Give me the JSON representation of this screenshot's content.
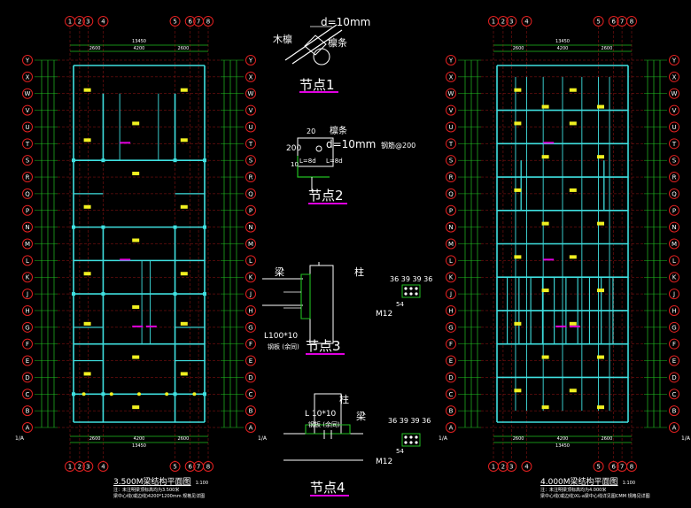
{
  "colors": {
    "background": "#000000",
    "beam": "#3fe0e0",
    "grid_axis": "#e02020",
    "bubble": "#e02020",
    "dimension": "#22c022",
    "label_tag": "#f0f020",
    "underline": "#e000e0",
    "text": "#ffffff"
  },
  "axes": {
    "horizontal_top_bottom": [
      "1",
      "2",
      "3",
      "4",
      "5",
      "6",
      "7",
      "8"
    ],
    "vertical_rows": [
      "Y",
      "X",
      "W",
      "V",
      "U",
      "T",
      "S",
      "R",
      "Q",
      "P",
      "N",
      "M",
      "L",
      "K",
      "J",
      "H",
      "G",
      "F",
      "E",
      "D",
      "C",
      "B",
      "A"
    ],
    "corner_mark": "1/A"
  },
  "left_plan": {
    "caption_line1": "3.500M梁结构平面图",
    "caption_scale": "1:100",
    "caption_notes": [
      "注：未注明梁顶标高均为3.500米",
      "梁中心线(或边线)4200*1200mm 规格见详图"
    ],
    "top_dimensions": [
      "2600",
      "4200",
      "2600"
    ],
    "overall_dimension": "13450"
  },
  "right_plan": {
    "caption_line1": "4.000M梁结构平面图",
    "caption_scale": "1:100",
    "caption_notes": [
      "注：未注明梁顶标高均为4.000米",
      "梁中心线(或边线)XL-a梁中心线详见图CMM 规格见详图"
    ],
    "top_dimensions": [
      "2600",
      "4200",
      "2600"
    ],
    "overall_dimension": "13450"
  },
  "node1": {
    "title": "节点1",
    "label_wood": "木檩",
    "label_purlin": "檩条",
    "label_diameter": "d=10mm"
  },
  "node2": {
    "title": "节点2",
    "label_purlin": "檩条",
    "label_dim_20": "20",
    "label_dim_200": "200",
    "label_dim_10": "10",
    "label_bar": "d=10mm",
    "label_spacing": "钢筋@200",
    "label_l1": "L=8d",
    "label_l2": "L=8d"
  },
  "node3": {
    "title": "节点3",
    "label_beam": "梁",
    "label_column": "柱",
    "label_angle": "L100*10",
    "label_angle_note": "钢板 (余同)",
    "label_bolt": "M12",
    "bolt_dims": [
      "36",
      "39",
      "39",
      "36"
    ],
    "bolt_side": "54"
  },
  "node4": {
    "title": "节点4",
    "label_beam": "梁",
    "label_column": "柱",
    "label_angle": "L 10*10",
    "label_angle_note": "钢板 (余同)",
    "label_bolt": "M12",
    "bolt_dims": [
      "36",
      "39",
      "39",
      "36"
    ],
    "bolt_side": "54"
  }
}
